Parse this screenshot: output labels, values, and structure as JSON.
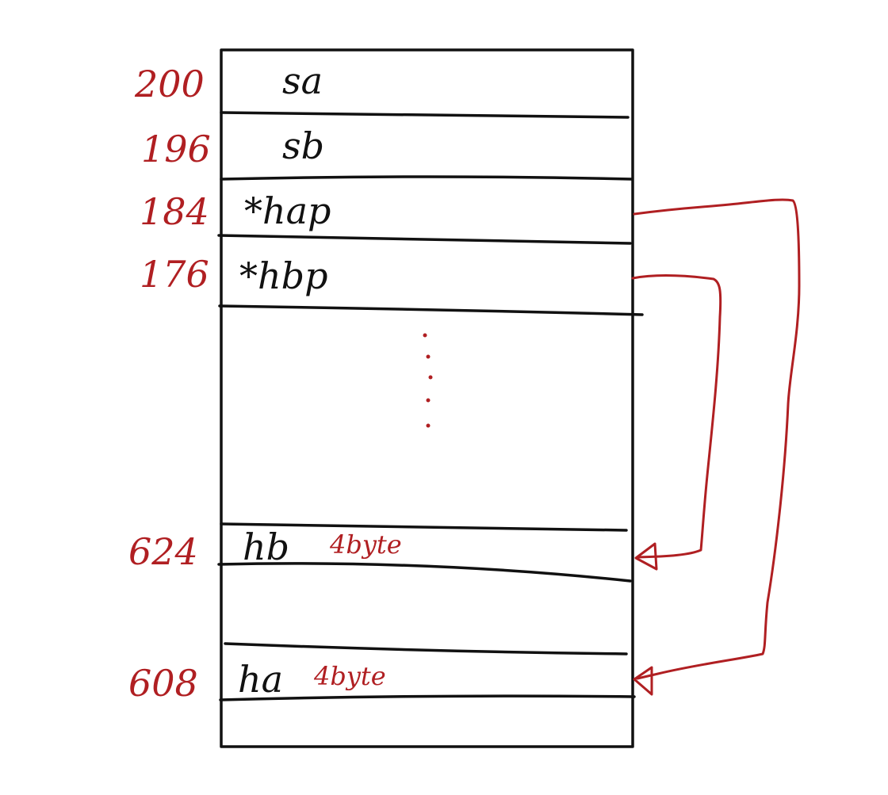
{
  "colors": {
    "ink": "#111111",
    "accent": "#b01f22"
  },
  "memory": {
    "cells": [
      {
        "address": "200",
        "label": "sa"
      },
      {
        "address": "196",
        "label": "sb"
      },
      {
        "address": "184",
        "label": "*hap"
      },
      {
        "address": "176",
        "label": "*hbp"
      },
      {
        "address": "624",
        "label": "hb",
        "size": "4byte"
      },
      {
        "address": "608",
        "label": "ha",
        "size": "4byte"
      }
    ],
    "ellipsis": "⋮"
  },
  "pointers": [
    {
      "from": "*hap",
      "to": "ha"
    },
    {
      "from": "*hbp",
      "to": "hb"
    }
  ]
}
